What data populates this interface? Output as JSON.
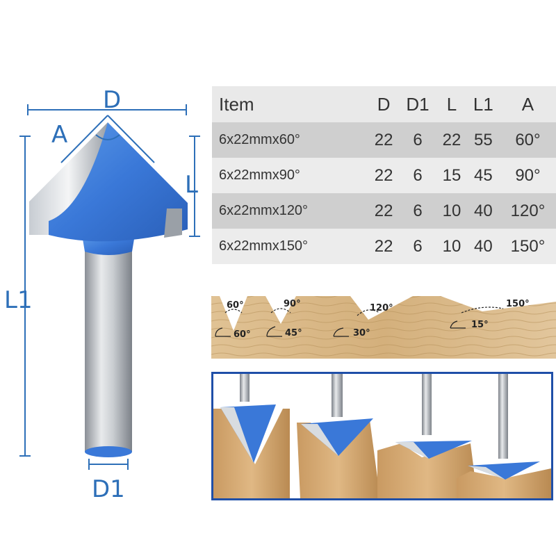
{
  "dimensions": {
    "d_label": "D",
    "a_label": "A",
    "l_label": "L",
    "l1_label": "L1",
    "d1_label": "D1",
    "color": "#2d6fb8"
  },
  "spec_table": {
    "headers": [
      "Item",
      "D",
      "D1",
      "L",
      "L1",
      "A"
    ],
    "rows": [
      [
        "6x22mmx60°",
        "22",
        "6",
        "22",
        "55",
        "60°"
      ],
      [
        "6x22mmx90°",
        "22",
        "6",
        "15",
        "45",
        "90°"
      ],
      [
        "6x22mmx120°",
        "22",
        "6",
        "10",
        "40",
        "120°"
      ],
      [
        "6x22mmx150°",
        "22",
        "6",
        "10",
        "40",
        "150°"
      ]
    ]
  },
  "groove_angles": {
    "top": [
      "60°",
      "90°",
      "120°",
      "150°"
    ],
    "bottom": [
      "60°",
      "45°",
      "30°",
      "15°"
    ]
  },
  "colors": {
    "bit_blue": "#3a78d8",
    "panel_border": "#1f4fa8",
    "wood": "#d9b98a"
  }
}
